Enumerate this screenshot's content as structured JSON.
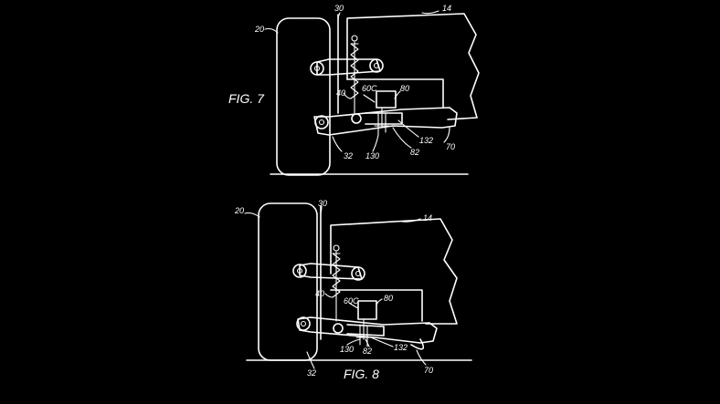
{
  "colors": {
    "background": "#000000",
    "line": "#ffffff"
  },
  "figures": [
    {
      "label": "FIG. 7",
      "refs": {
        "r20": "20",
        "r30": "30",
        "r14": "14",
        "r40": "40",
        "r60c": "60C",
        "r80": "80",
        "r32": "32",
        "r130": "130",
        "r82": "82",
        "r132": "132",
        "r70": "70"
      }
    },
    {
      "label": "FIG. 8",
      "refs": {
        "r20": "20",
        "r30": "30",
        "r14": "14",
        "r40": "40",
        "r60c": "60C",
        "r80": "80",
        "r130": "130",
        "r82": "82",
        "r132": "132",
        "r32": "32",
        "r70": "70"
      }
    }
  ]
}
